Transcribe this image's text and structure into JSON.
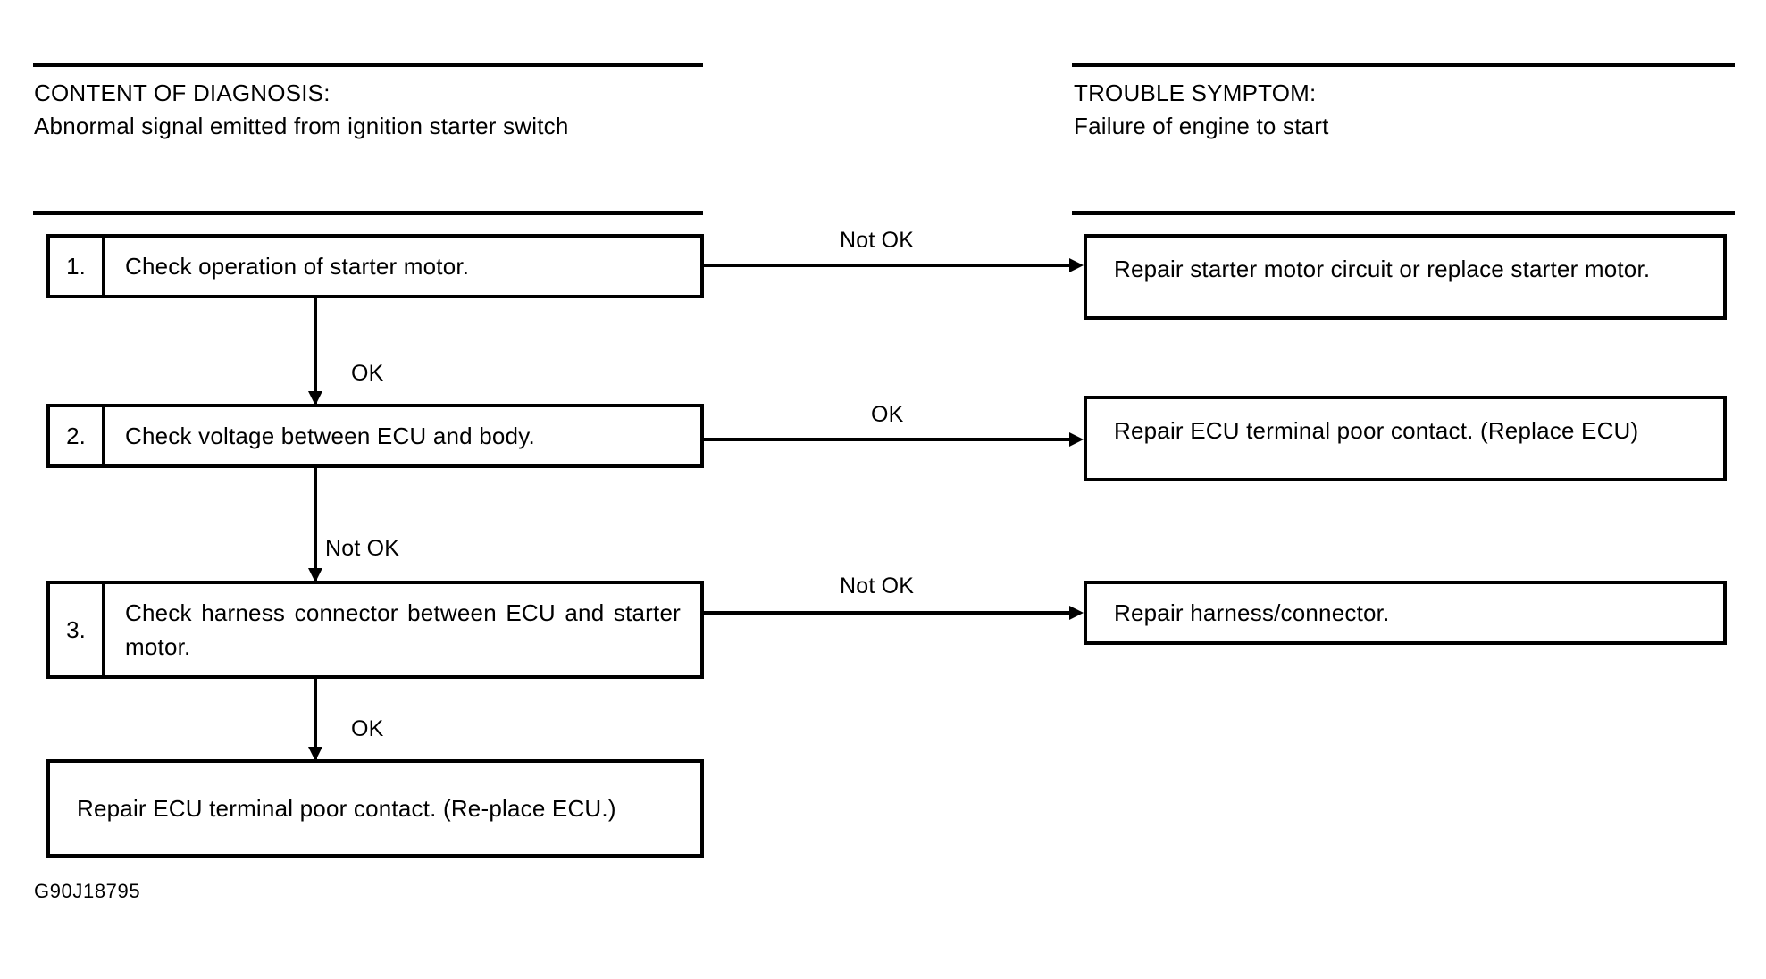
{
  "figure": {
    "code": "G90J18795",
    "type": "diagnostic-flowchart"
  },
  "headers": {
    "left": {
      "title": "CONTENT OF DIAGNOSIS:",
      "body": "Abnormal signal emitted from ignition starter switch"
    },
    "right": {
      "title": "TROUBLE SYMPTOM:",
      "body": "Failure of engine to start"
    }
  },
  "steps": [
    {
      "number": "1.",
      "text": "Check operation of starter motor.",
      "branch_label": "Not OK",
      "result": "Repair starter motor circuit or replace starter motor."
    },
    {
      "number": "2.",
      "text": "Check voltage between ECU and body.",
      "branch_label": "OK",
      "result": "Repair ECU terminal poor contact. (Replace ECU)"
    },
    {
      "number": "3.",
      "text": "Check harness connector between ECU and starter motor.",
      "branch_label": "Not OK",
      "result": "Repair harness/connector."
    }
  ],
  "flow_labels": {
    "step1_to_step2": "OK",
    "step2_to_step3": "Not OK",
    "step3_to_final": "OK"
  },
  "final": {
    "text": "Repair ECU terminal poor contact. (Re-place ECU.)"
  },
  "colors": {
    "ink": "#000000",
    "paper": "#ffffff"
  }
}
